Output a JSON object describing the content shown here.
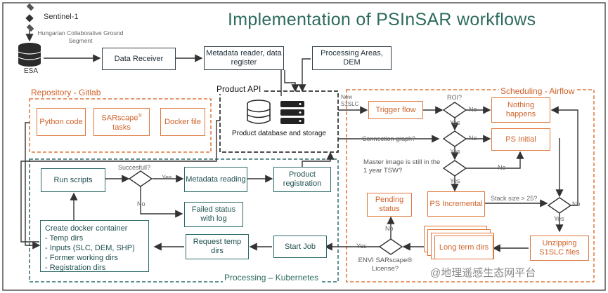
{
  "header": {
    "title": "Implementation of PSInSAR workflows"
  },
  "sources": {
    "satellite": "Sentinel-1",
    "ground_segment": "Hungarian Collaborative Ground Segment",
    "esa": "ESA"
  },
  "top_flow": {
    "data_receiver": "Data Receiver",
    "metadata_reader": "Metadata reader, data register",
    "processing_areas": "Processing Areas, DEM"
  },
  "repository": {
    "title": "Repository - Gitlab",
    "python": "Python code",
    "sarscape": "SARscape",
    "sarscape_sup": "®",
    "sarscape_tasks": "tasks",
    "docker": "Docker file"
  },
  "product_api": {
    "title": "Product API",
    "storage": "Product database and storage"
  },
  "scheduling": {
    "title": "Scheduling - Airflow",
    "new_s1slc": "New S1SLC",
    "trigger_flow": "Trigger flow",
    "roi_q": "ROI?",
    "no1": "No",
    "yes1": "Yes",
    "nothing_happens": "Nothing happens",
    "connection_graph_q": "Connection graph?",
    "no2": "No",
    "yes2": "Yes",
    "ps_initial": "PS Initial",
    "master_q": "Master image is still in the 1 year TSW?",
    "no3": "No",
    "yes3": "Yes",
    "ps_incremental": "PS Incremental",
    "stack_q": "Stack size > 25?",
    "no4": "No",
    "yes4": "Yes",
    "pending_status": "Pending status",
    "no5": "No",
    "long_term_dirs": "Long term dirs",
    "unzipping": "Unzipping S1SLC files",
    "yes5": "Yes",
    "license_q": "ENVI SARscape® License?"
  },
  "processing": {
    "title": "Processing – Kubernetes",
    "run_scripts": "Run scripts",
    "successful_q": "Succesfull?",
    "yes": "Yes",
    "no": "No",
    "metadata_reading": "Metadata reading",
    "product_registration": "Product registration",
    "failed_status": "Failed status with log",
    "docker_title": "Create docker container",
    "docker_items": [
      "- Temp dirs",
      "- Inputs (SLC, DEM, SHP)",
      "- Former working dirs",
      "- Registration dirs"
    ],
    "request_temp": "Request temp dirs",
    "start_job": "Start Job"
  },
  "watermark": "@地理遥感生态网平台",
  "colors": {
    "teal": "#2e6b6b",
    "orange": "#e0773c",
    "dark": "#2f3e4a",
    "title": "#2e6b5e"
  }
}
